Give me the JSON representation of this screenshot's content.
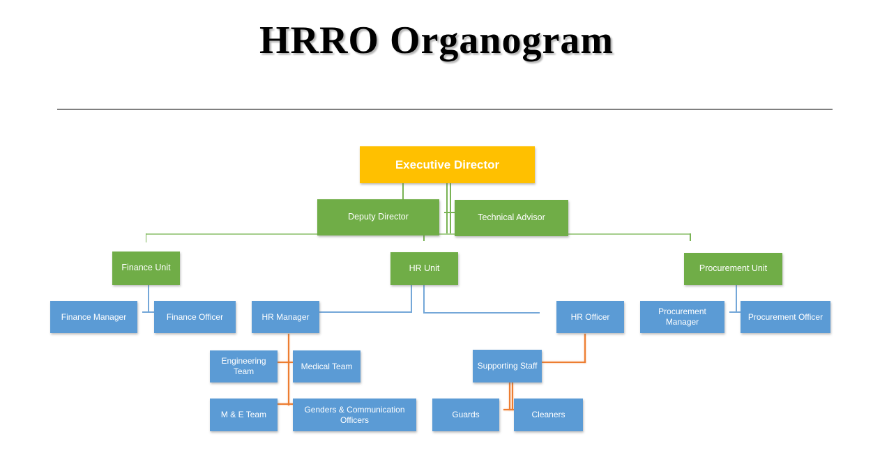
{
  "title": "HRRO Organogram",
  "colors": {
    "executive_fill": "#FFC000",
    "unit_fill": "#70AD47",
    "staff_fill": "#5B9BD5",
    "green_connector": "#79B354",
    "blue_connector": "#74A7D8",
    "orange_connector": "#ED7D31",
    "divider": "#7F7F7F"
  },
  "nodes": {
    "executive_director": {
      "label": "Executive Director"
    },
    "deputy_director": {
      "label": "Deputy Director"
    },
    "technical_advisor": {
      "label": "Technical Advisor"
    },
    "finance_unit": {
      "label": "Finance Unit"
    },
    "hr_unit": {
      "label": "HR Unit"
    },
    "procurement_unit": {
      "label": "Procurement Unit"
    },
    "finance_manager": {
      "label": "Finance Manager"
    },
    "finance_officer": {
      "label": "Finance Officer"
    },
    "hr_manager": {
      "label": "HR Manager"
    },
    "hr_officer": {
      "label": "HR Officer"
    },
    "procurement_manager": {
      "label": "Procurement Manager"
    },
    "procurement_officer": {
      "label": "Procurement Officer"
    },
    "engineering_team": {
      "label": "Engineering Team"
    },
    "medical_team": {
      "label": "Medical Team"
    },
    "supporting_staff": {
      "label": "Supporting Staff"
    },
    "me_team": {
      "label": "M & E Team"
    },
    "genders_comm_officers": {
      "label": "Genders & Communication Officers"
    },
    "guards": {
      "label": "Guards"
    },
    "cleaners": {
      "label": "Cleaners"
    }
  },
  "hierarchy": [
    {
      "from": "Executive Director",
      "to": "Deputy Director"
    },
    {
      "from": "Executive Director",
      "to": "Technical Advisor"
    },
    {
      "from": "Executive Director",
      "to": "Finance Unit"
    },
    {
      "from": "Executive Director",
      "to": "HR Unit"
    },
    {
      "from": "Executive Director",
      "to": "Procurement Unit"
    },
    {
      "from": "Finance Unit",
      "to": "Finance Manager"
    },
    {
      "from": "Finance Unit",
      "to": "Finance Officer"
    },
    {
      "from": "HR Unit",
      "to": "HR Manager"
    },
    {
      "from": "HR Unit",
      "to": "HR Officer"
    },
    {
      "from": "Procurement Unit",
      "to": "Procurement Manager"
    },
    {
      "from": "Procurement Unit",
      "to": "Procurement Officer"
    },
    {
      "from": "HR Manager",
      "to": "Engineering Team"
    },
    {
      "from": "HR Manager",
      "to": "Medical Team"
    },
    {
      "from": "HR Manager",
      "to": "M & E Team"
    },
    {
      "from": "HR Manager",
      "to": "Genders & Communication Officers"
    },
    {
      "from": "HR Officer",
      "to": "Supporting Staff"
    },
    {
      "from": "Supporting Staff",
      "to": "Guards"
    },
    {
      "from": "Supporting Staff",
      "to": "Cleaners"
    }
  ]
}
